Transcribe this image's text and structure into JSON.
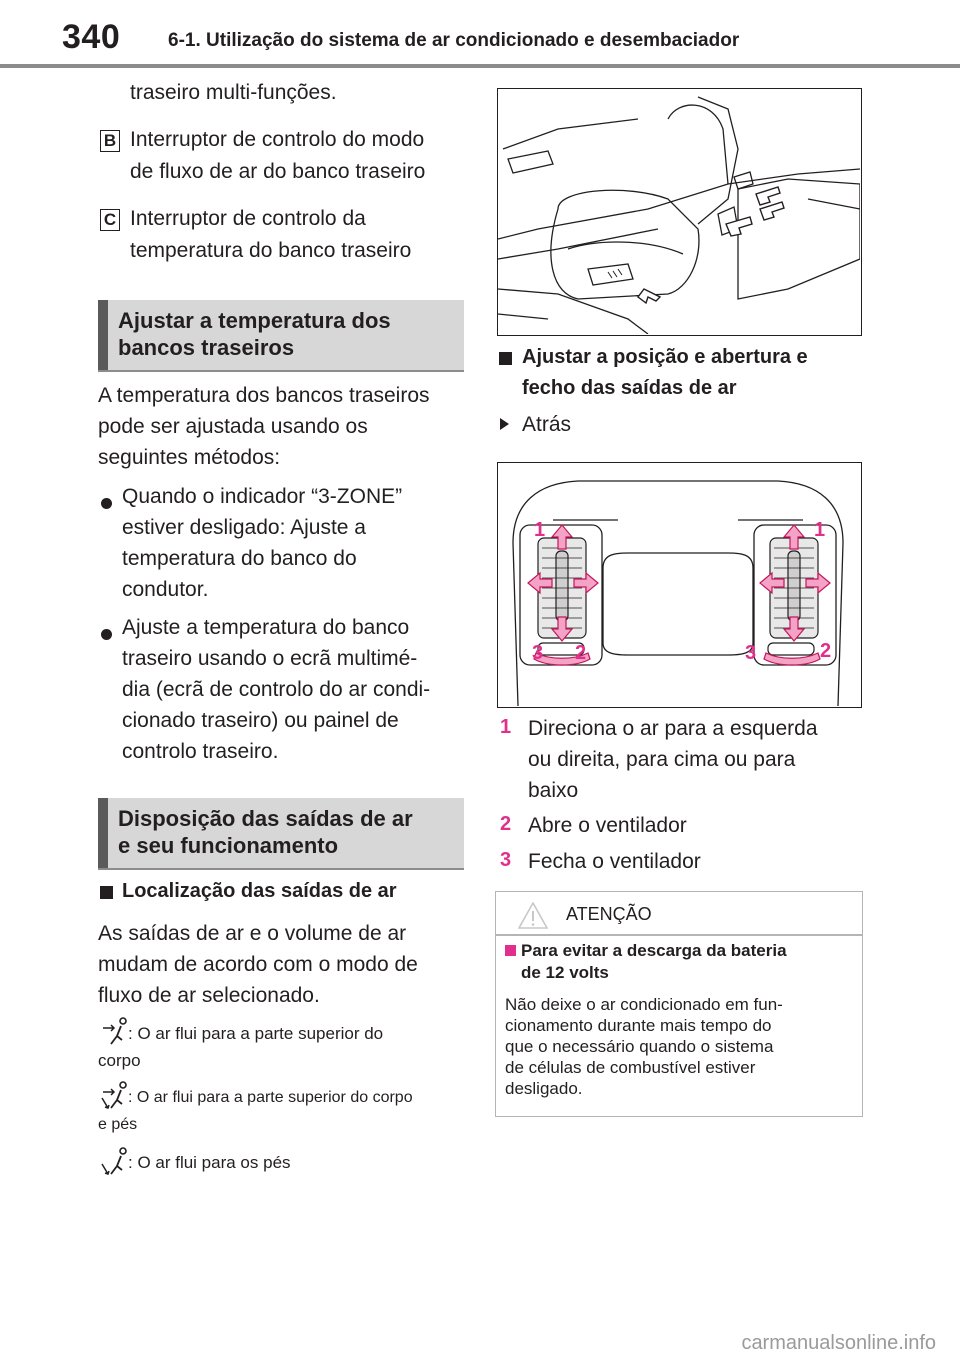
{
  "header": {
    "page_number": "340",
    "chapter_title": "6-1. Utilização do sistema de ar condicionado e desembaciador"
  },
  "left": {
    "continuation": "traseiro multi-funções.",
    "items": [
      {
        "label": "B",
        "line1": "Interruptor de controlo do modo",
        "line2": "de fluxo de ar do banco traseiro"
      },
      {
        "label": "C",
        "line1": "Interruptor de controlo da",
        "line2": "temperatura do banco traseiro"
      }
    ],
    "section1": {
      "title_line1": "Ajustar a temperatura dos",
      "title_line2": "bancos traseiros",
      "intro": [
        "A temperatura dos bancos traseiros",
        "pode ser ajustada usando os",
        "seguintes métodos:"
      ],
      "bullet1": [
        "Quando o indicador “3-ZONE”",
        "estiver desligado: Ajuste a",
        "temperatura do banco do",
        "condutor."
      ],
      "bullet2": [
        "Ajuste a temperatura do banco",
        "traseiro usando o ecrã multimé-",
        "dia (ecrã de controlo do ar condi-",
        "cionado traseiro) ou painel de",
        "controlo traseiro."
      ]
    },
    "section2": {
      "title_line1": "Disposição das saídas de ar",
      "title_line2": "e seu funcionamento",
      "subhead": "Localização das saídas de ar",
      "body": [
        "As saídas de ar e o volume de ar",
        "mudam de acordo com o modo de",
        "fluxo de ar selecionado."
      ],
      "modes": [
        {
          "icon": "face-airflow-icon",
          "line1": ": O ar flui para a parte superior do",
          "line2": "corpo"
        },
        {
          "icon": "face-feet-airflow-icon",
          "line1": ": O ar flui para a parte superior do corpo",
          "line2": "e pés"
        },
        {
          "icon": "feet-airflow-icon",
          "line1": ": O ar flui para os pés",
          "line2": ""
        }
      ]
    }
  },
  "right": {
    "subhead_line1": "Ajustar a posição e abertura e",
    "subhead_line2": "fecho das saídas de ar",
    "rear_label": "Atrás",
    "vent_callouts": {
      "direction": "1",
      "open": "2",
      "close": "3"
    },
    "steps": [
      {
        "num": "1",
        "lines": [
          "Direciona o ar para a esquerda",
          "ou direita, para cima ou para",
          "baixo"
        ]
      },
      {
        "num": "2",
        "lines": [
          "Abre o ventilador"
        ]
      },
      {
        "num": "3",
        "lines": [
          "Fecha o ventilador"
        ]
      }
    ],
    "warning": {
      "title": "ATENÇÃO",
      "sub_line1": "Para evitar a descarga da bateria",
      "sub_line2": "de 12 volts",
      "body": [
        "Não deixe o ar condicionado em fun-",
        "cionamento durante mais tempo do",
        "que o necessário quando o sistema",
        "de células de combustível estiver",
        "desligado."
      ]
    }
  },
  "colors": {
    "accent": "#e0308c",
    "arrow_fill": "#f4a3c7",
    "header_rule": "#8c8c8c",
    "section_bg": "#d7d7d7"
  },
  "watermark": "carmanualsonline.info"
}
